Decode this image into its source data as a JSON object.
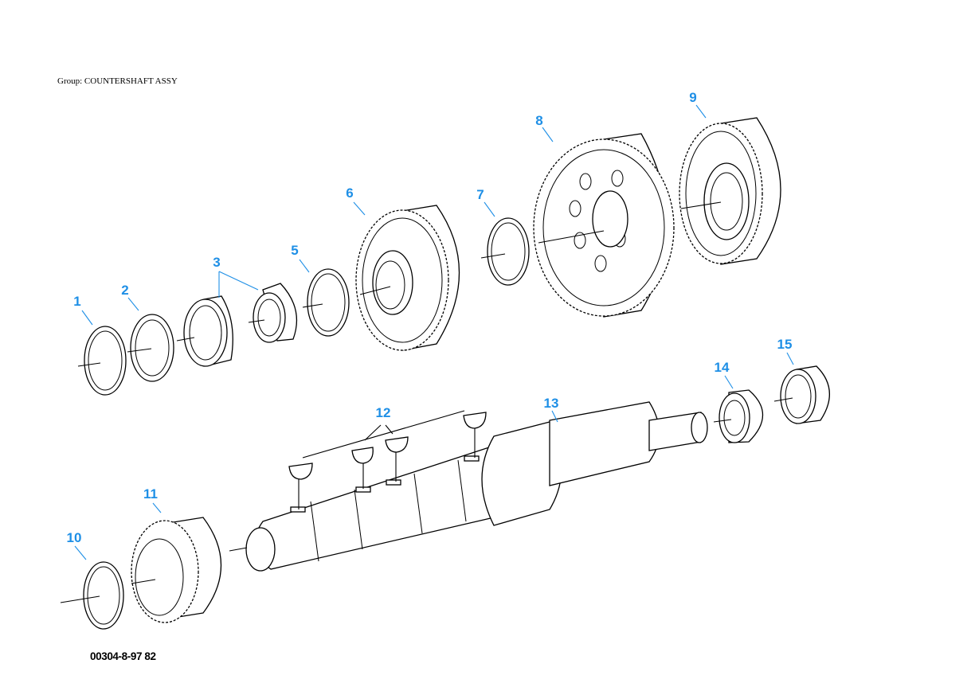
{
  "header": {
    "group_label": "Group: COUNTERSHAFT ASSY"
  },
  "footer": {
    "drawing_number": "00304-8-97 82"
  },
  "colors": {
    "callout": "#1e8fe6",
    "line": "#000000",
    "background": "#ffffff"
  },
  "callouts": [
    {
      "id": "c1",
      "label": "1"
    },
    {
      "id": "c2",
      "label": "2"
    },
    {
      "id": "c3",
      "label": "3"
    },
    {
      "id": "c5",
      "label": "5"
    },
    {
      "id": "c6",
      "label": "6"
    },
    {
      "id": "c7",
      "label": "7"
    },
    {
      "id": "c8",
      "label": "8"
    },
    {
      "id": "c9",
      "label": "9"
    },
    {
      "id": "c10",
      "label": "10"
    },
    {
      "id": "c11",
      "label": "11"
    },
    {
      "id": "c12",
      "label": "12"
    },
    {
      "id": "c13",
      "label": "13"
    },
    {
      "id": "c14",
      "label": "14"
    },
    {
      "id": "c15",
      "label": "15"
    }
  ]
}
